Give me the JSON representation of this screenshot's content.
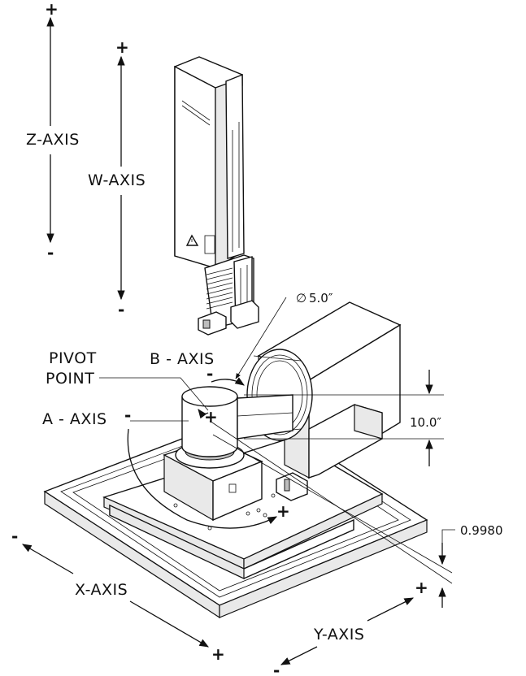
{
  "labels": {
    "z_axis": "Z-AXIS",
    "w_axis": "W-AXIS",
    "b_axis": "B - AXIS",
    "pivot_line1": "PIVOT",
    "pivot_line2": "POINT",
    "a_axis": "A - AXIS",
    "x_axis": "X-AXIS",
    "y_axis": "Y-AXIS",
    "diameter": "5.0″",
    "height_dim": "10.0″",
    "offset_dim": "0.9980"
  },
  "signs": {
    "plus": "+",
    "minus": "-"
  },
  "icons": {
    "diameter_symbol": "∅",
    "warning_symbol": "warning-triangle-icon"
  },
  "colors": {
    "ink": "#111111",
    "paper": "#ffffff"
  }
}
